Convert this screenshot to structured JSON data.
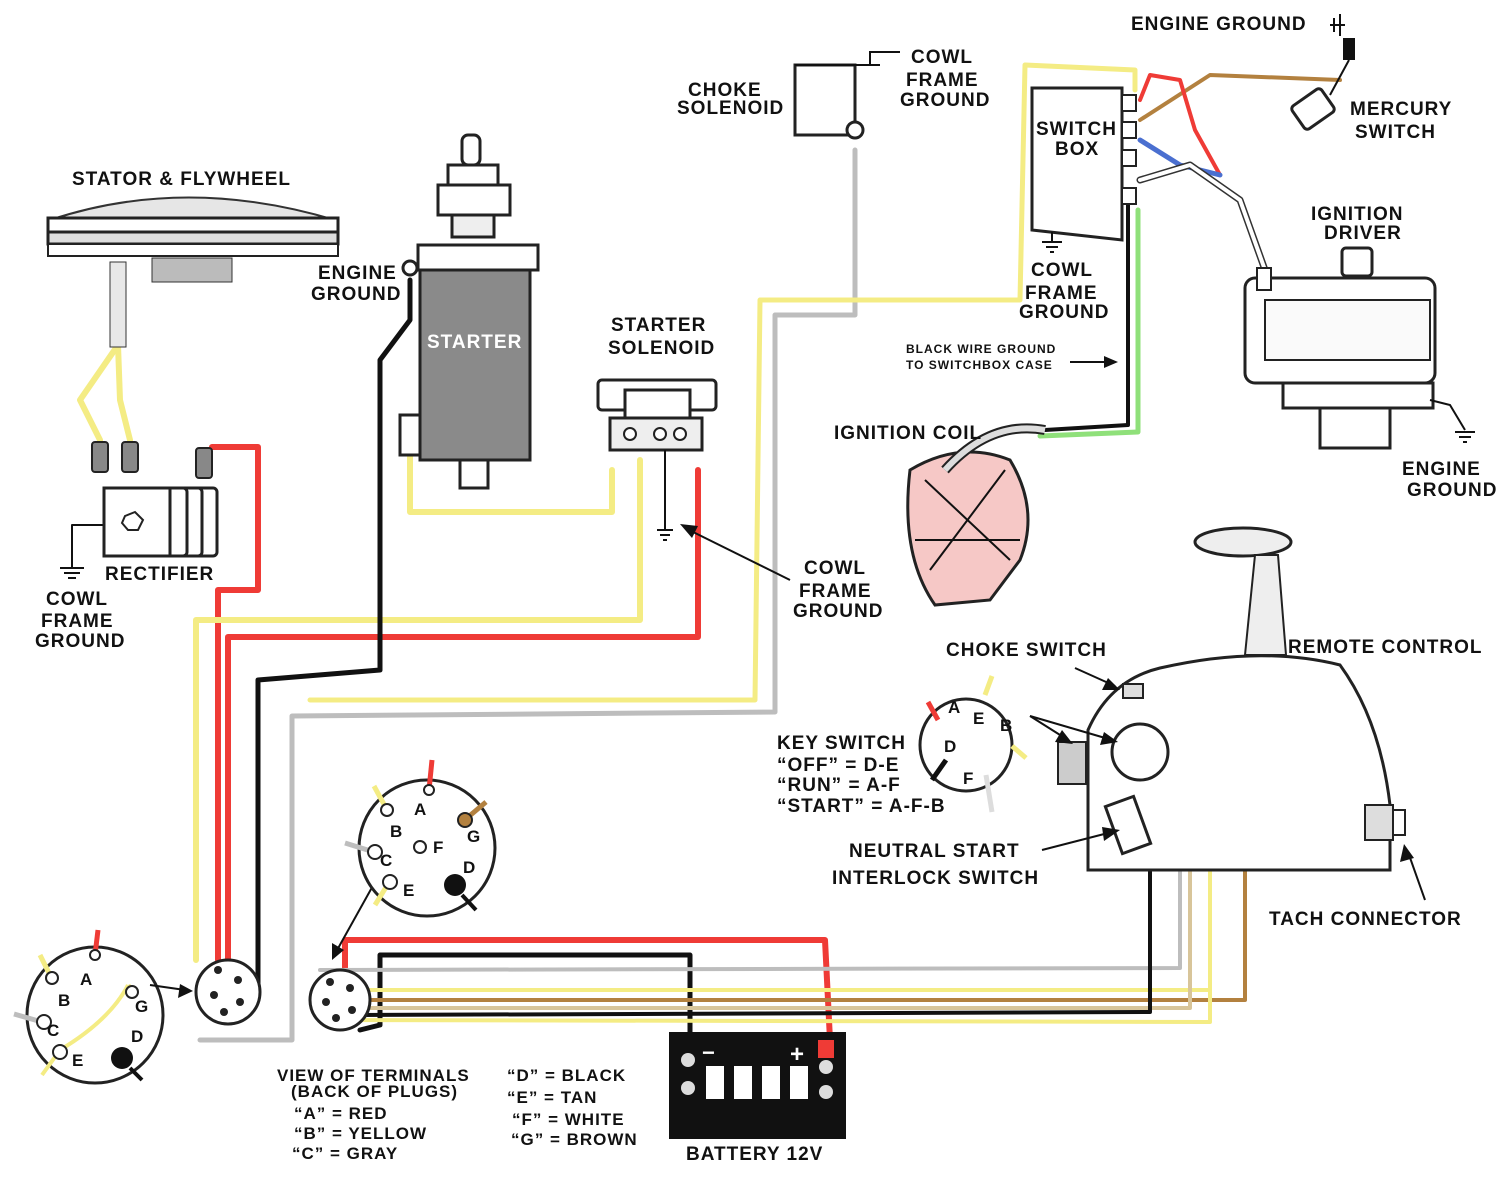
{
  "colors": {
    "red": "#ef3b36",
    "yellow": "#f4ec84",
    "black": "#111111",
    "gray": "#bdbdbd",
    "brown": "#b3813f",
    "tan": "#d8c59a",
    "blue": "#4a6fd0",
    "green": "#8fe07a",
    "coil_pink": "#f6c8c6",
    "starter_gray": "#8a8a8a"
  },
  "labels": {
    "stator_flywheel": "STATOR & FLYWHEEL",
    "starter": "STARTER",
    "engine_ground_starter_1": "ENGINE",
    "engine_ground_starter_2": "GROUND",
    "starter_solenoid_1": "STARTER",
    "starter_solenoid_2": "SOLENOID",
    "choke_solenoid_1": "CHOKE",
    "choke_solenoid_2": "SOLENOID",
    "cowl_top_1": "COWL",
    "cowl_top_2": "FRAME",
    "cowl_top_3": "GROUND",
    "engine_ground_top": "ENGINE GROUND",
    "switch_box_1": "SWITCH",
    "switch_box_2": "BOX",
    "mercury_switch_1": "MERCURY",
    "mercury_switch_2": "SWITCH",
    "ignition_driver_1": "IGNITION",
    "ignition_driver_2": "DRIVER",
    "cowl_switchbox_1": "COWL",
    "cowl_switchbox_2": "FRAME",
    "cowl_switchbox_3": "GROUND",
    "black_wire_note_1": "BLACK WIRE GROUND",
    "black_wire_note_2": "TO SWITCHBOX CASE",
    "ignition_coil": "IGNITION COIL",
    "engine_ground_right_1": "ENGINE",
    "engine_ground_right_2": "GROUND",
    "rectifier": "RECTIFIER",
    "cowl_left_1": "COWL",
    "cowl_left_2": "FRAME",
    "cowl_left_3": "GROUND",
    "cowl_solenoid_1": "COWL",
    "cowl_solenoid_2": "FRAME",
    "cowl_solenoid_3": "GROUND",
    "choke_switch": "CHOKE SWITCH",
    "remote_control": "REMOTE CONTROL",
    "key_switch_title": "KEY SWITCH",
    "key_off": "“OFF” = D-E",
    "key_run": "“RUN” = A-F",
    "key_start": "“START” = A-F-B",
    "neutral_1": "NEUTRAL START",
    "neutral_2": "INTERLOCK SWITCH",
    "tach_connector": "TACH CONNECTOR",
    "view_terminals_1": "VIEW OF TERMINALS",
    "view_terminals_2": "(BACK OF PLUGS)",
    "code_a": "“A” = RED",
    "code_b": "“B” = YELLOW",
    "code_c": "“C” = GRAY",
    "code_d": "“D” = BLACK",
    "code_e": "“E” = TAN",
    "code_f": "“F” = WHITE",
    "code_g": "“G” = BROWN",
    "battery": "BATTERY 12V",
    "battery_minus": "−",
    "battery_plus": "+"
  },
  "plug_pins": {
    "a": "A",
    "b": "B",
    "c": "C",
    "d": "D",
    "e": "E",
    "f": "F",
    "g": "G"
  }
}
